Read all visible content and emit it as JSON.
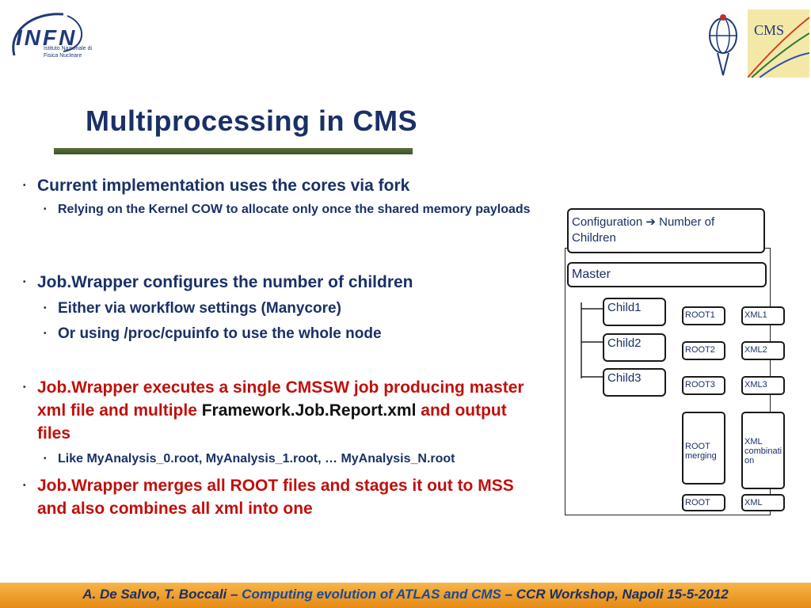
{
  "header": {
    "infn": "INFN",
    "infn_sub": "Istituto Nazionale di Fisica Nucleare",
    "cms_logo_text": "CMS"
  },
  "title": "Multiprocessing in CMS",
  "bullets": [
    {
      "text": "Current implementation uses the cores via fork",
      "sub": [
        "Relying on the Kernel COW to allocate only once the shared memory payloads"
      ]
    },
    {
      "text": "Job.Wrapper configures the number of children",
      "sub": [
        "Either via workflow settings (Manycore)",
        "Or using /proc/cpuinfo to use the whole node"
      ]
    },
    {
      "text_part1": "Job.Wrapper executes a single CMSSW job producing master xml file and multiple ",
      "text_part2": "Framework.Job.Report.xml",
      "text_part3": " and output files",
      "sub": [
        "Like MyAnalysis_0.root, MyAnalysis_1.root, … MyAnalysis_N.root"
      ]
    },
    {
      "text": "Job.Wrapper merges all ROOT files and stages it out to MSS and also combines all xml into one"
    }
  ],
  "diagram": {
    "config_label": "Configuration ➔ Number of Children",
    "master_label": "Master",
    "children": [
      {
        "name": "Child1",
        "root": "ROOT1",
        "xml": "XML1"
      },
      {
        "name": "Child2",
        "root": "ROOT2",
        "xml": "XML2"
      },
      {
        "name": "Child3",
        "root": "ROOT3",
        "xml": "XML3"
      }
    ],
    "root_merging": "ROOT merging",
    "xml_combination": "XML combinati on",
    "root_final": "ROOT",
    "xml_final": "XML"
  },
  "footer": {
    "authors": "A. De Salvo, T. Boccali – ",
    "talk": "Computing evolution of ATLAS and CMS",
    "event": " – CCR Workshop, Napoli 15-5-2012"
  },
  "colors": {
    "title": "#1a3066",
    "accent_red": "#c0100c",
    "footer_orange": "#f0a030"
  }
}
